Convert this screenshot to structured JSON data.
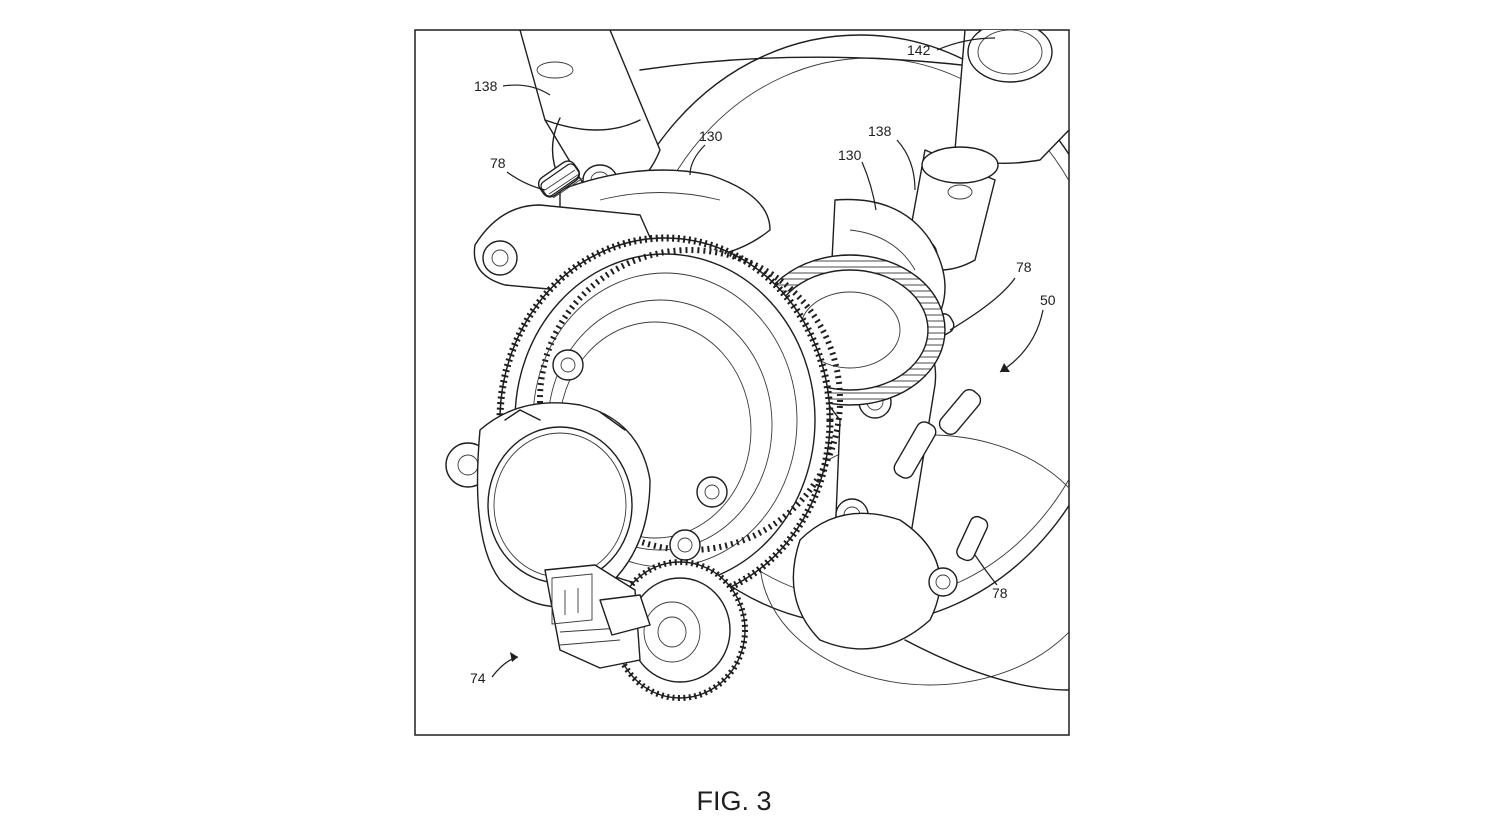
{
  "figure": {
    "caption": "FIG. 3",
    "labels": {
      "ref_138_upper_left": "138",
      "ref_142": "142",
      "ref_130_left": "130",
      "ref_130_right": "130",
      "ref_138_right": "138",
      "ref_78_upper_left": "78",
      "ref_78_right": "78",
      "ref_50": "50",
      "ref_78_lower_right": "78",
      "ref_74": "74"
    }
  }
}
